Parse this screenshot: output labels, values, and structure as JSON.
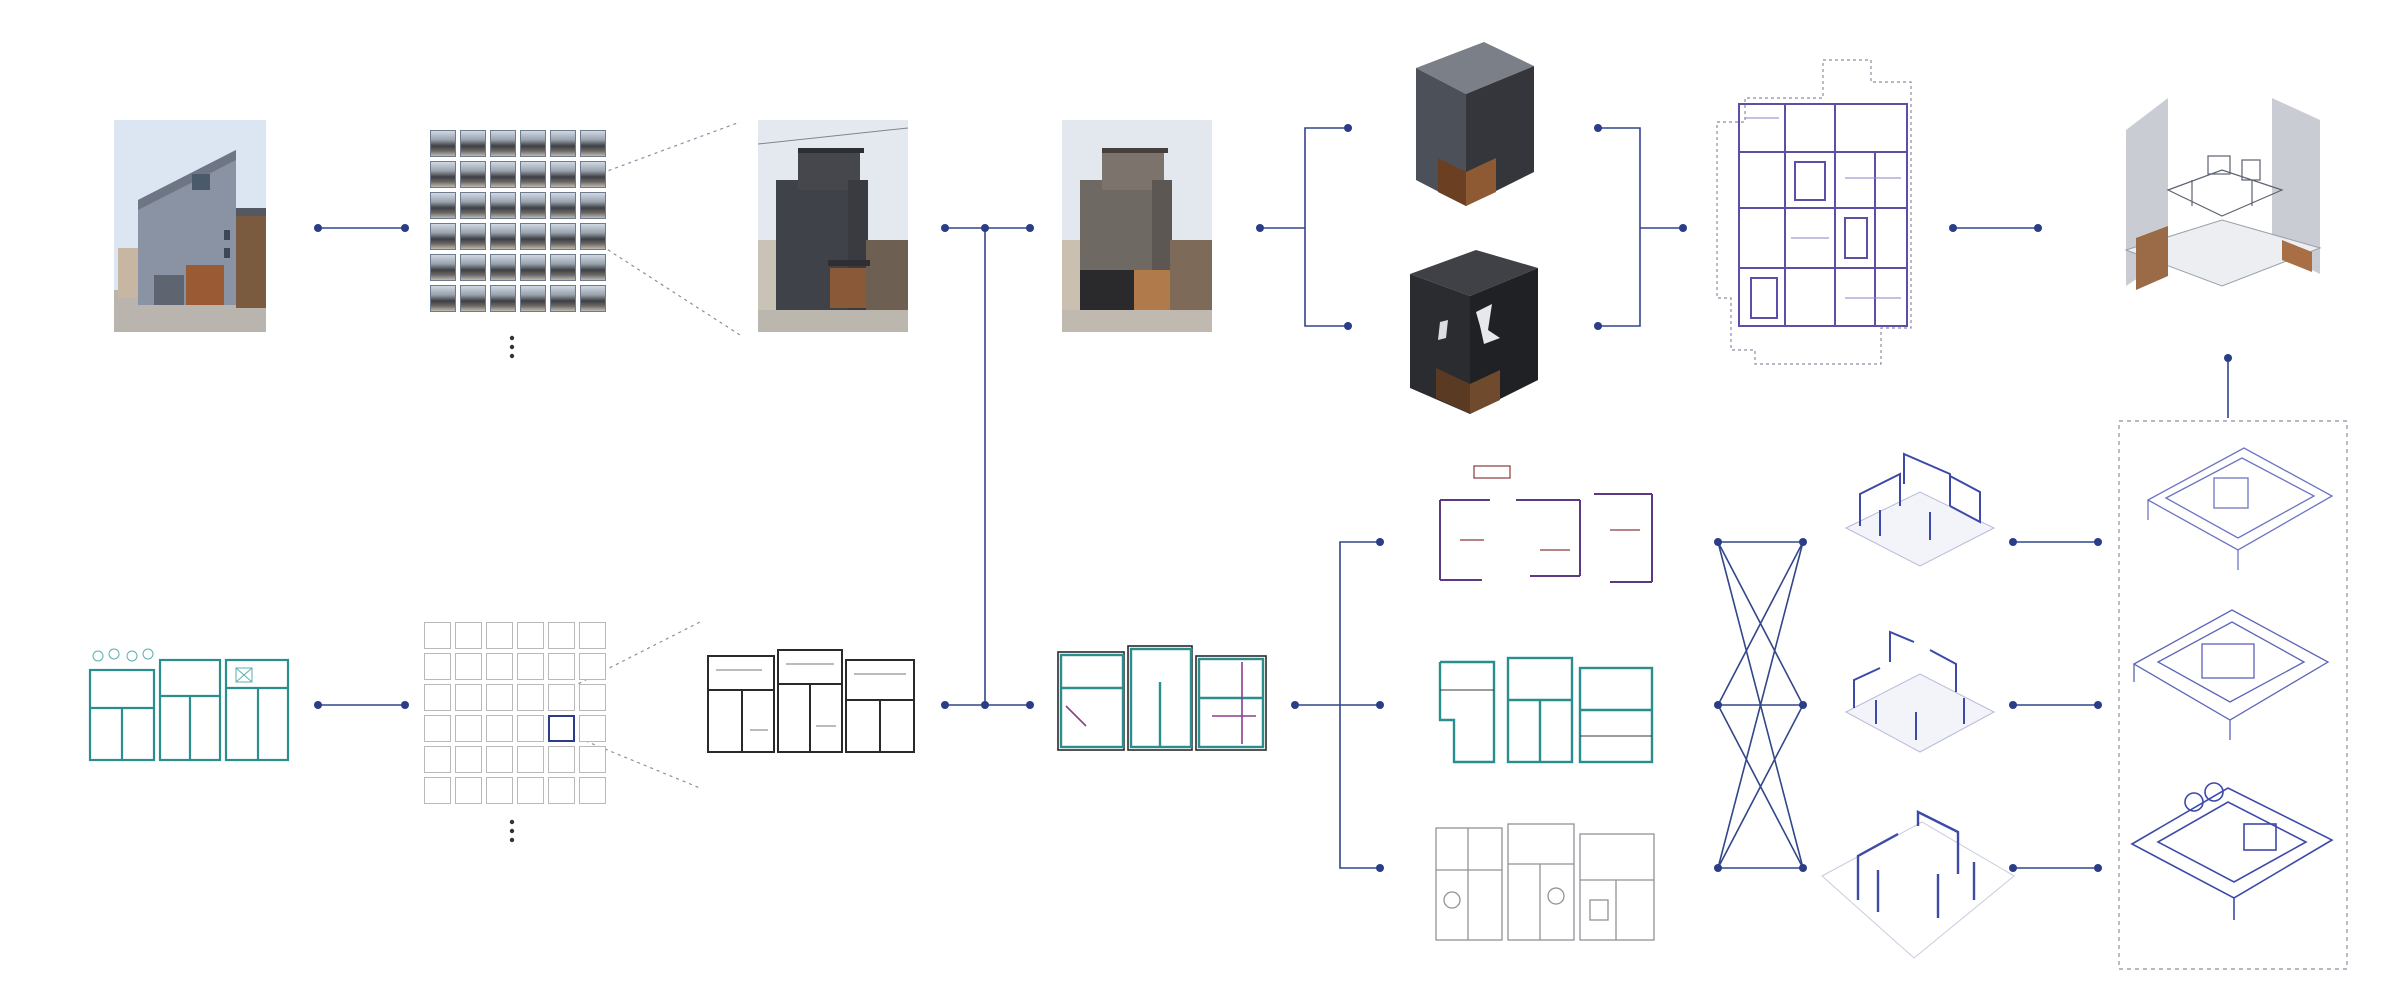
{
  "colors": {
    "connector": "#32468a",
    "dot": "#2a3d86",
    "plan_ink": "#2a2a2a",
    "teal": "#2b8e8e",
    "purple": "#5b3a82",
    "sky": "#dbe6f2",
    "facade_grey": "#8a93a3",
    "facade_dark": "#3b3c40",
    "wood": "#9a5a33",
    "ghost": "#c9cdd3",
    "blueprint": "#5b64b8"
  },
  "icons": {
    "ellipsis": "vertical-ellipsis-icon",
    "node": "connector-dot-icon"
  },
  "nodes": {
    "row1": [
      "house-photo-modern",
      "photo-grid-facades",
      "house-photo-traditional",
      "house-photo-textured",
      "model-render-clean",
      "model-render-noisy",
      "roof-plan-wireframe",
      "sectional-model-render"
    ],
    "row2": [
      "floor-plan-teal",
      "floor-plan-grid",
      "floor-plan-black",
      "floor-plan-overlay",
      "plan-variant-purple",
      "plan-variant-teal",
      "plan-variant-grey",
      "iso-model-1",
      "iso-model-2",
      "iso-model-3",
      "final-axonometric-stack"
    ]
  }
}
